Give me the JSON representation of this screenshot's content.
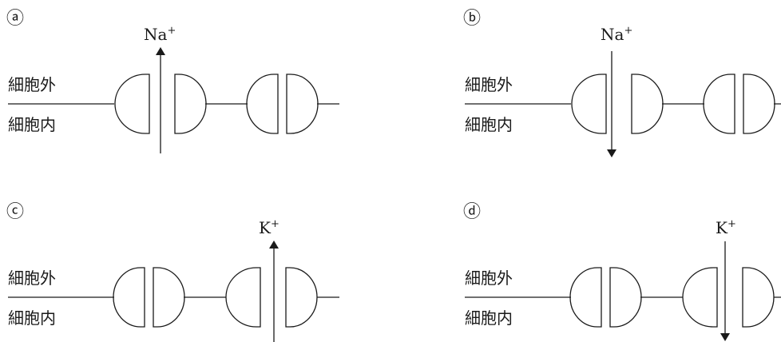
{
  "panels": [
    {
      "id": "a",
      "label_symbol": "ⓐ",
      "ion_base": "Na",
      "ion_charge": "+",
      "region_outside": "細胞外",
      "region_inside": "細胞内",
      "flow_direction": "inside-to-outside",
      "open_channel": "left"
    },
    {
      "id": "b",
      "label_symbol": "ⓑ",
      "ion_base": "Na",
      "ion_charge": "+",
      "region_outside": "細胞外",
      "region_inside": "細胞内",
      "flow_direction": "outside-to-inside",
      "open_channel": "left"
    },
    {
      "id": "c",
      "label_symbol": "ⓒ",
      "ion_base": "K",
      "ion_charge": "+",
      "region_outside": "細胞外",
      "region_inside": "細胞内",
      "flow_direction": "inside-to-outside",
      "open_channel": "right"
    },
    {
      "id": "d",
      "label_symbol": "ⓓ",
      "ion_base": "K",
      "ion_charge": "+",
      "region_outside": "細胞外",
      "region_inside": "細胞内",
      "flow_direction": "outside-to-inside",
      "open_channel": "right"
    }
  ],
  "colors": {
    "ink": "#1a1a1a",
    "background": "#ffffff"
  }
}
